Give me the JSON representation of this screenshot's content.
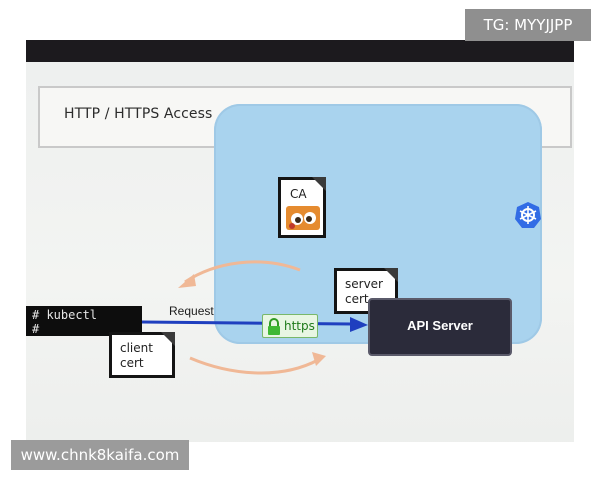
{
  "slide": {
    "title": "HTTP / HTTPS Access"
  },
  "nodes": {
    "ca": {
      "label": "CA"
    },
    "server_cert": {
      "label": "server\ncert"
    },
    "client_cert": {
      "label": "client\ncert"
    },
    "api_server": {
      "label": "API Server"
    },
    "terminal": {
      "line1": "# kubectl",
      "line2": "#"
    }
  },
  "edges": {
    "request": {
      "label": "Request"
    },
    "https": {
      "label": "https"
    }
  },
  "icons": {
    "cluster": "kubernetes-helm-icon",
    "https": "lock-icon",
    "ca": "ca-picture-icon"
  },
  "colors": {
    "cluster_bg": "#a9d3ee",
    "api_bg": "#2b2b3a",
    "request_arrow": "#1f3fbf",
    "flow_arrows": "#f0b896",
    "https_green": "#1f7a1a",
    "k8s_blue": "#326ce5"
  },
  "watermarks": {
    "top": "TG: MYYJJPP",
    "bottom": "www.chnk8kaifa.com"
  }
}
